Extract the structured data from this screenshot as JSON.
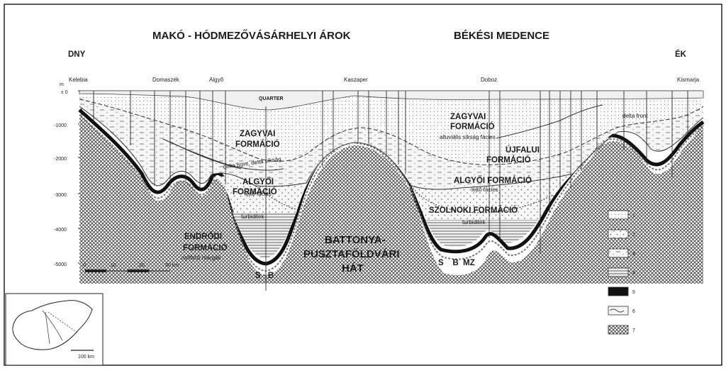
{
  "titles": {
    "left_region": "MAKÓ - HÓDMEZŐVÁSÁRHELYI ÁROK",
    "right_region": "BÉKÉSI MEDENCE",
    "dir_left": "DNY",
    "dir_right": "ÉK"
  },
  "places": [
    "Kelebia",
    "Domaszék",
    "Algyő",
    "Kaszaper",
    "Doboz",
    "Kismarja"
  ],
  "depth_axis": {
    "unit": "m",
    "ticks": [
      "± 0",
      "-1000",
      "-2000",
      "-3000",
      "-4000",
      "-5000"
    ]
  },
  "labels": {
    "quarter": "QUARTER",
    "zagyvai_left_1": "ZAGYVAI",
    "zagyvai_left_2": "FORMÁCIÓ",
    "delta_left": "delta front, delta síkság",
    "algyoi_left_1": "ALGYŐI",
    "algyoi_left_2": "FORMÁCIÓ",
    "lejto_left": "lejtő fácies",
    "turbidit_left": "turbiditek",
    "endrodi_1": "ENDRŐDI",
    "endrodi_2": "FORMÁCIÓ",
    "endrodi_3": "nyíltvízi márgák",
    "sb_left": "S · B",
    "battonya_1": "BATTONYA-",
    "battonya_2": "PUSZTAFÖLDVÁRI",
    "battonya_3": "HÁT",
    "zagyvai_right_1": "ZAGYVAI",
    "zagyvai_right_2": "FORMÁCIÓ",
    "alluvialis": "alluviális síkság fácies",
    "ujfalui_1": "ÚJFALUI",
    "ujfalui_2": "FORMÁCIÓ",
    "algyoi_right": "ALGYŐI  FORMÁCIÓ",
    "lejto_right": "lejtő fácies",
    "szolnoki": "SZOLNOKI FORMÁCIÓ",
    "turbidit_right": "turbiditek",
    "delta_front_right": "delta front",
    "sb_right": "S    B  MZ"
  },
  "scale_bar": {
    "ticks": [
      "0",
      "10",
      "20",
      "30 km"
    ]
  },
  "inset": {
    "scale": "100 km"
  },
  "legend": [
    "1",
    "2",
    "3",
    "4",
    "5",
    "6",
    "7"
  ]
}
